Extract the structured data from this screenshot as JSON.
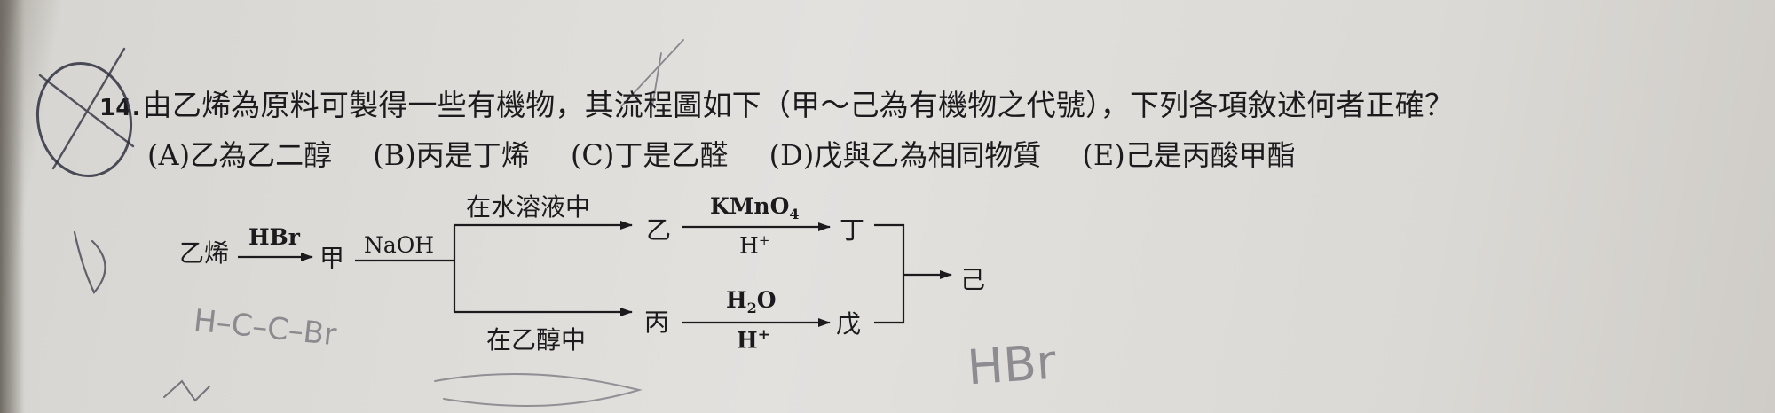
{
  "question": {
    "number": "14.",
    "text": "由乙烯為原料可製得一些有機物，其流程圖如下（甲～己為有機物之代號），下列各項敘述何者正確？"
  },
  "options": [
    "(A)乙為乙二醇",
    "(B)丙是丁烯",
    "(C)丁是乙醛",
    "(D)戊與乙為相同物質",
    "(E)己是丙酸甲酯"
  ],
  "diagram": {
    "start": "乙烯",
    "reagent1": "HBr",
    "compound_jia": "甲",
    "reagent2": "NaOH",
    "branch_top_condition": "在水溶液中",
    "branch_bottom_condition": "在乙醇中",
    "compound_yi": "乙",
    "compound_bing": "丙",
    "reagent_top": "KMnO",
    "reagent_top_sub": "4",
    "reagent_top_below": "H",
    "reagent_top_below_sup": "+",
    "reagent_bottom": "H",
    "reagent_bottom_sub": "2",
    "reagent_bottom_tail": "O",
    "reagent_bottom_below": "H",
    "reagent_bottom_below_sup": "+",
    "compound_ding": "丁",
    "compound_wu": "戊",
    "compound_ji": "己"
  },
  "handwriting": {
    "answer_letter": "D",
    "structure": "H–C–C–Br",
    "note": "HBr"
  }
}
